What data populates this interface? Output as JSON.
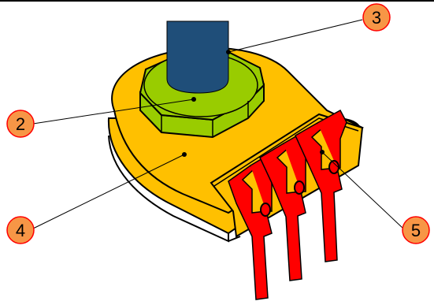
{
  "diagram": {
    "subject": "potentiometer",
    "colors": {
      "body": "#FFC000",
      "body_outline": "#000000",
      "nut": "#99CC00",
      "shaft": "#1F4E79",
      "terminals": "#FF0000",
      "callout_fill": "#F79646",
      "callout_stroke": "#FF0000",
      "top_rule": "#000000"
    },
    "callouts": [
      {
        "id": "2",
        "label": "2",
        "points_to": "nut"
      },
      {
        "id": "3",
        "label": "3",
        "points_to": "shaft"
      },
      {
        "id": "4",
        "label": "4",
        "points_to": "body"
      },
      {
        "id": "5",
        "label": "5",
        "points_to": "terminals"
      }
    ],
    "terminal_count": 3
  }
}
